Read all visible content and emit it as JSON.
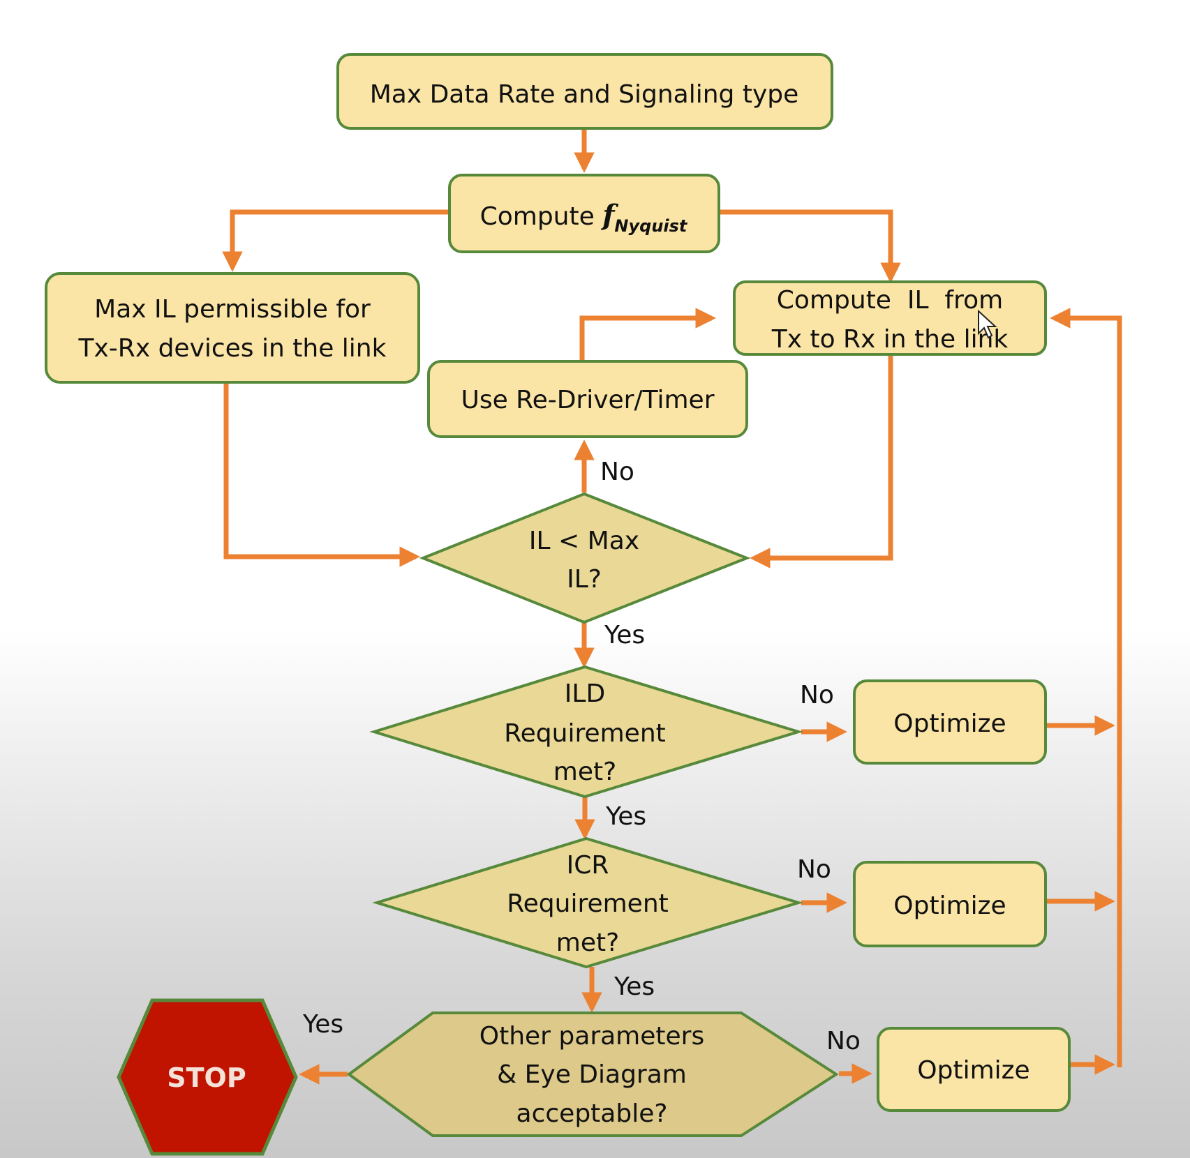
{
  "colors": {
    "box_fill": "#fbe5a6",
    "diamond_fill": "#e9d896",
    "border": "#57893b",
    "arrow": "#ec8131",
    "stop_fill": "#c01400",
    "stop_text": "#f4e2d8"
  },
  "nodes": {
    "start": "Max Data Rate and Signaling type",
    "nyquist": {
      "prefix": "Compute ",
      "f": "f",
      "sub": "Nyquist"
    },
    "max_il": [
      "Max IL permissible for",
      "Tx-Rx devices in the link"
    ],
    "compute_il": [
      "Compute  IL  from",
      "Tx to Rx in the link"
    ],
    "redriver": "Use Re-Driver/Timer",
    "il_check": [
      "IL < Max",
      "IL?"
    ],
    "ild_check": [
      "ILD",
      "Requirement",
      "met?"
    ],
    "icr_check": [
      "ICR",
      "Requirement",
      "met?"
    ],
    "other_check": [
      "Other parameters",
      "& Eye Diagram",
      "acceptable?"
    ],
    "optimize_1": "Optimize",
    "optimize_2": "Optimize",
    "optimize_3": "Optimize",
    "stop": "STOP"
  },
  "edge_labels": {
    "il_no": "No",
    "il_yes": "Yes",
    "ild_no": "No",
    "ild_yes": "Yes",
    "icr_no": "No",
    "icr_yes": "Yes",
    "other_no": "No",
    "other_yes": "Yes"
  }
}
